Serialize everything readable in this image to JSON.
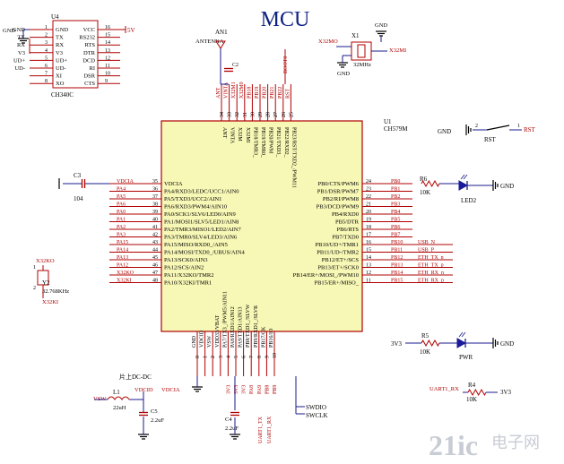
{
  "title": "MCU",
  "u4": {
    "ref": "U4",
    "part": "CH340C",
    "left_pins": [
      {
        "num": "1",
        "name": "GND",
        "net": "GND"
      },
      {
        "num": "2",
        "name": "TX",
        "net": "TX"
      },
      {
        "num": "3",
        "name": "RX",
        "net": "RX"
      },
      {
        "num": "4",
        "name": "V3",
        "net": "V3"
      },
      {
        "num": "5",
        "name": "UD+",
        "net": "UD+"
      },
      {
        "num": "6",
        "name": "UD-",
        "net": "UD-"
      },
      {
        "num": "7",
        "name": "XI",
        "net": ""
      },
      {
        "num": "8",
        "name": "XO",
        "net": ""
      }
    ],
    "right_pins": [
      {
        "num": "16",
        "name": "VCC",
        "net": "5V"
      },
      {
        "num": "15",
        "name": "RS232",
        "net": ""
      },
      {
        "num": "14",
        "name": "RTS",
        "net": ""
      },
      {
        "num": "13",
        "name": "DTR",
        "net": ""
      },
      {
        "num": "12",
        "name": "DCD",
        "net": ""
      },
      {
        "num": "11",
        "name": "RI",
        "net": ""
      },
      {
        "num": "10",
        "name": "DSR",
        "net": ""
      },
      {
        "num": "9",
        "name": "CTS",
        "net": ""
      }
    ]
  },
  "antenna": {
    "ref": "AN1",
    "label": "ANTENNA",
    "cap": "C2"
  },
  "u1": {
    "ref": "U1",
    "part": "CH579M",
    "top_pins": [
      {
        "num": "34",
        "name": "ANT",
        "net": "ANT"
      },
      {
        "num": "33",
        "name": "VINTA",
        "net": "VINTA"
      },
      {
        "num": "32",
        "name": "X32M",
        "net": "X32M1"
      },
      {
        "num": "31",
        "name": "X32MI",
        "net": "X32M0"
      },
      {
        "num": "30",
        "name": "PB18/TMR3_",
        "net": "PB18"
      },
      {
        "num": "29",
        "name": "PB19/TMR0_",
        "net": "PB19"
      },
      {
        "num": "28",
        "name": "PB20/PWM",
        "net": "PB20"
      },
      {
        "num": "27",
        "name": "PB21/TXD3_",
        "net": "PB21"
      },
      {
        "num": "26",
        "name": "PB22/RXD2_",
        "net": "PB22"
      },
      {
        "num": "25",
        "name": "PB23/RST/TXD2_/PWM11",
        "net": "RST"
      }
    ],
    "top_extra": {
      "net": "BOOT0"
    },
    "left_pins": [
      {
        "num": "35",
        "name": "VDCIA",
        "net": "VDCIA"
      },
      {
        "num": "36",
        "name": "PA4/RXD3/LEDC/UCC1/AIN0",
        "net": "PA4"
      },
      {
        "num": "37",
        "name": "PA5/TXD3/UCC2/AIN1",
        "net": "PA5"
      },
      {
        "num": "38",
        "name": "PA6/RXD3/PWM4/AIN10",
        "net": "PA6"
      },
      {
        "num": "39",
        "name": "PA0/SCK1/SLV6/LED0/AIN9",
        "net": "PA0"
      },
      {
        "num": "40",
        "name": "PA1/MOSI1/SLV5/LED1/AIN8",
        "net": "PA1"
      },
      {
        "num": "41",
        "name": "PA2/TMR3/MISO1/LED2/AIN7",
        "net": "PA2"
      },
      {
        "num": "42",
        "name": "PA3/TMR0/SLV4/LED3/AIN6",
        "net": "PA3"
      },
      {
        "num": "43",
        "name": "PA15/MISO/RXD0_/AIN5",
        "net": "PA15"
      },
      {
        "num": "44",
        "name": "PA14/MOSI/TXD0_/UBUS/AIN4",
        "net": "PA14"
      },
      {
        "num": "45",
        "name": "PA13/SCK0/AIN3",
        "net": "PA13"
      },
      {
        "num": "46",
        "name": "PA12/SCS/AIN2",
        "net": "PA12"
      },
      {
        "num": "47",
        "name": "PA11/X32KO/TMR2",
        "net": "X32KO"
      },
      {
        "num": "48",
        "name": "PA10/X32KI/TMR1",
        "net": "X32KI"
      }
    ],
    "right_pins": [
      {
        "num": "24",
        "name": "PB0/CTS/PWM6",
        "net": "PB0"
      },
      {
        "num": "23",
        "name": "PB1/DSR/PWM7",
        "net": "PB1"
      },
      {
        "num": "22",
        "name": "PB2/RI/PWM8",
        "net": "PB2"
      },
      {
        "num": "21",
        "name": "PB3/DCD/PWM9",
        "net": "PB3"
      },
      {
        "num": "20",
        "name": "PB4/RXD0",
        "net": "PB4"
      },
      {
        "num": "19",
        "name": "PB5/DTR",
        "net": "PB5"
      },
      {
        "num": "18",
        "name": "PB6/RTS",
        "net": "PB6"
      },
      {
        "num": "17",
        "name": "PB7/TXD0",
        "net": "PB7"
      },
      {
        "num": "16",
        "name": "PB10/UD+/TMR1",
        "net": "PB10"
      },
      {
        "num": "15",
        "name": "PB11/UD-/TMR2",
        "net": "PB11"
      },
      {
        "num": "14",
        "name": "PB12/ET+/SCS",
        "net": "PB12"
      },
      {
        "num": "13",
        "name": "PB13/ET+/SCK0",
        "net": "PB13"
      },
      {
        "num": "12",
        "name": "PB14/ER+/MOSI_/PWM10",
        "net": "PB14"
      },
      {
        "num": "11",
        "name": "PB15/ER+/MISO_",
        "net": "PB15"
      }
    ],
    "right_far_nets": [
      "",
      "",
      "",
      "",
      "",
      "",
      "",
      "",
      "USB_N",
      "USB_P",
      "ETH_TX_n",
      "ETH_TX_p",
      "ETH_RX_n",
      "ETH_RX_p"
    ],
    "bottom_pins": [
      {
        "num": "0",
        "name": "GND",
        "net": ""
      },
      {
        "num": "1",
        "name": "VDCID",
        "net": ""
      },
      {
        "num": "2",
        "name": "VSW",
        "net": ""
      },
      {
        "num": "3",
        "name": "VDD33/VBAT",
        "net": ""
      },
      {
        "num": "4",
        "name": "PA7/TX3_/PWM5/AIN11",
        "net": "3V3"
      },
      {
        "num": "5",
        "name": "PA8/RXD1/AIN12",
        "net": "3V3"
      },
      {
        "num": "6",
        "name": "PA9/TXD1/AIN13",
        "net": "3V3"
      },
      {
        "num": "7",
        "name": "PB8/TXD1_/SLVW",
        "net": "PA8"
      },
      {
        "num": "8",
        "name": "PB9/RXD1_/SLVR",
        "net": "PA9"
      },
      {
        "num": "9",
        "name": "PB17/CK",
        "net": "PB8"
      },
      {
        "num": "10",
        "name": "PB16/IO",
        "net": "PB9"
      }
    ]
  },
  "crystal_x1": {
    "ref": "X1",
    "freq": "32MHz",
    "net_left": "X32MO",
    "net_right": "X32MI",
    "gnd": "GND"
  },
  "crystal_y2": {
    "ref": "Y2",
    "freq": "32.768KHz",
    "net_top": "X32KO",
    "net_bottom": "X32KI",
    "pin1": "1",
    "pin2": "2"
  },
  "c3": {
    "ref": "C3",
    "value": "104"
  },
  "reset": {
    "ref": "RST",
    "gnd": "GND",
    "net": "RST",
    "pin2": "2",
    "pin1": "1"
  },
  "led2": {
    "r_ref": "R6",
    "r_value": "10K",
    "led_ref": "LED2",
    "gnd": "GND",
    "net": "PB0"
  },
  "pwr": {
    "net": "3V3",
    "r_ref": "R5",
    "r_value": "10K",
    "led_ref": "PWR",
    "gnd": "GND"
  },
  "uart": {
    "net": "UART1_RX",
    "r_ref": "R4",
    "r_value": "10K",
    "vcc": "3V3"
  },
  "dcdc": {
    "heading": "片上DC-DC",
    "vsw": "VSW",
    "l_ref": "L1",
    "l_value": "22uH",
    "vdcid": "VDCID",
    "vdcia": "VDCIA",
    "c5_ref": "C5",
    "c5_value": "2.2uF",
    "c4_ref": "C4",
    "c4_value": "2.2uF"
  },
  "swd": {
    "swdio": "SWDIO",
    "swclk": "SWCLK"
  },
  "uart_labels": {
    "tx": "UART1_TX",
    "rx": "UART1_RX"
  },
  "watermark": {
    "text": "21ic",
    "cn": "电子网"
  },
  "gnd": "GND",
  "v5": "5V"
}
